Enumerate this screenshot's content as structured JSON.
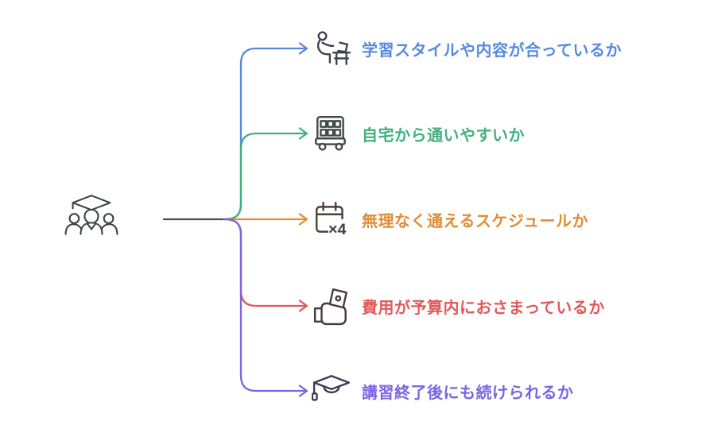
{
  "diagram": {
    "background_color": "#ffffff",
    "trunk_color": "#4b4f58",
    "root": {
      "icon": "students-graduate-icon",
      "icon_color": "#3d4148"
    },
    "branches": [
      {
        "label": "学習スタイルや内容が合っているか",
        "color": "#568ae0",
        "icon": "person-at-desk-icon",
        "icon_color": "#3e4450"
      },
      {
        "label": "自宅から通いやすいか",
        "color": "#41b17c",
        "icon": "double-decker-bus-icon",
        "icon_color": "#3e4a44"
      },
      {
        "label": "無理なく通えるスケジュールか",
        "color": "#e28c33",
        "icon": "calendar-icon",
        "icon_color": "#4a4138",
        "icon_badge": "×4"
      },
      {
        "label": "費用が予算内におさまっているか",
        "color": "#e25858",
        "icon": "money-in-hand-icon",
        "icon_color": "#4a3a3a"
      },
      {
        "label": "講習終了後にも続けられるか",
        "color": "#7b65e2",
        "icon": "graduation-cap-icon",
        "icon_color": "#3f3a55"
      }
    ]
  }
}
